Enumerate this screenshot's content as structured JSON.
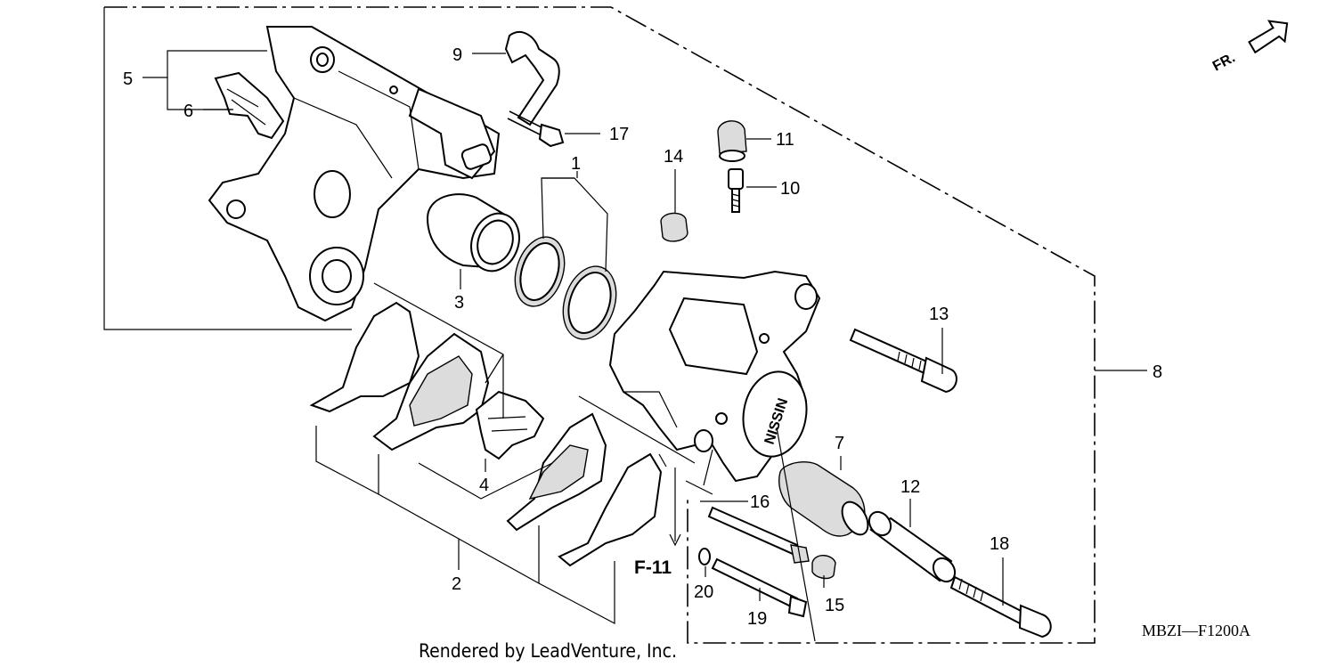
{
  "callouts": [
    {
      "id": "1",
      "text": "1"
    },
    {
      "id": "2",
      "text": "2"
    },
    {
      "id": "3",
      "text": "3"
    },
    {
      "id": "4",
      "text": "4"
    },
    {
      "id": "5",
      "text": "5"
    },
    {
      "id": "6",
      "text": "6"
    },
    {
      "id": "7",
      "text": "7"
    },
    {
      "id": "8",
      "text": "8"
    },
    {
      "id": "9",
      "text": "9"
    },
    {
      "id": "10",
      "text": "10"
    },
    {
      "id": "11",
      "text": "11"
    },
    {
      "id": "12",
      "text": "12"
    },
    {
      "id": "13",
      "text": "13"
    },
    {
      "id": "14",
      "text": "14"
    },
    {
      "id": "15",
      "text": "15"
    },
    {
      "id": "16",
      "text": "16"
    },
    {
      "id": "17",
      "text": "17"
    },
    {
      "id": "18",
      "text": "18"
    },
    {
      "id": "19",
      "text": "19"
    },
    {
      "id": "20",
      "text": "20"
    }
  ],
  "reference": "F-11",
  "direction_label": "FR.",
  "diagram_code": "MBZI—F1200A",
  "caliper_marking": "NISSIN",
  "credit": "Rendered by LeadVenture, Inc."
}
